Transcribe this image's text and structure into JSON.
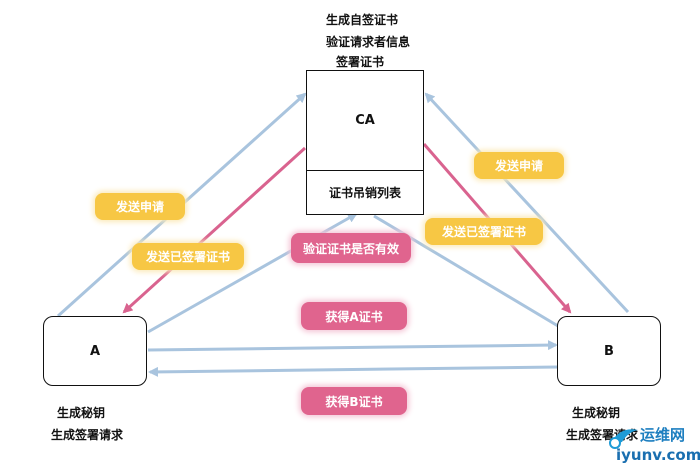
{
  "ca": {
    "title": "CA",
    "crl": "证书吊销列表",
    "notes": [
      "生成自签证书",
      "验证请求者信息",
      "签署证书"
    ]
  },
  "node_a": {
    "label": "A",
    "notes": [
      "生成秘钥",
      "生成签署请求"
    ]
  },
  "node_b": {
    "label": "B",
    "notes": [
      "生成秘钥",
      "生成签署请求"
    ]
  },
  "labels": {
    "a_send_request": "发送申请",
    "a_send_signed": "发送已签署证书",
    "b_send_request": "发送申请",
    "b_send_signed": "发送已签署证书",
    "verify_cert": "验证证书是否有效",
    "get_a_cert": "获得A证书",
    "get_b_cert": "获得B证书"
  },
  "watermark": {
    "site": "运维网",
    "domain": "iyunv.com"
  },
  "colors": {
    "blue_arrow": "#a9c4de",
    "pink_arrow": "#d9638f",
    "yellow_label": "#f7c744",
    "pink_label": "#e0648e"
  }
}
